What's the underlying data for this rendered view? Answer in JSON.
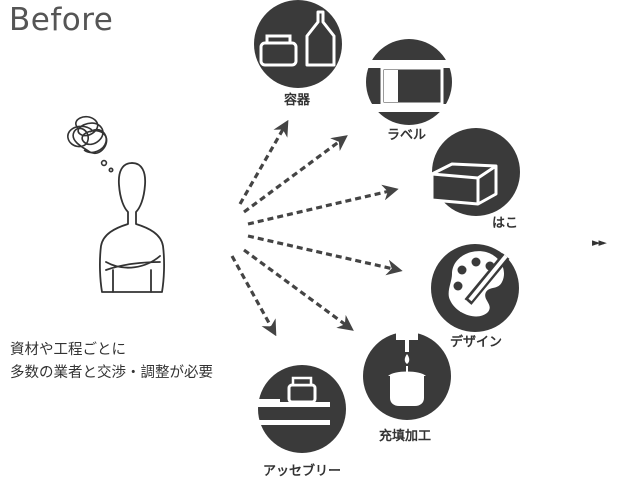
{
  "title": "Before",
  "caption": {
    "line1": "資材や工程ごとに",
    "line2": "多数の業者と交渉・調整が必要"
  },
  "items": [
    {
      "label": "容器",
      "icon": "container-bottles-icon"
    },
    {
      "label": "ラベル",
      "icon": "label-icon"
    },
    {
      "label": "はこ",
      "icon": "box-icon"
    },
    {
      "label": "デザイン",
      "icon": "design-palette-icon"
    },
    {
      "label": "充填加工",
      "icon": "filling-candle-icon"
    },
    {
      "label": "アッセブリー",
      "icon": "assembly-conveyor-icon"
    }
  ],
  "next_arrow": "►►",
  "colors": {
    "icon_fill": "#3a3a3a",
    "text": "#333333",
    "line": "#444444"
  }
}
